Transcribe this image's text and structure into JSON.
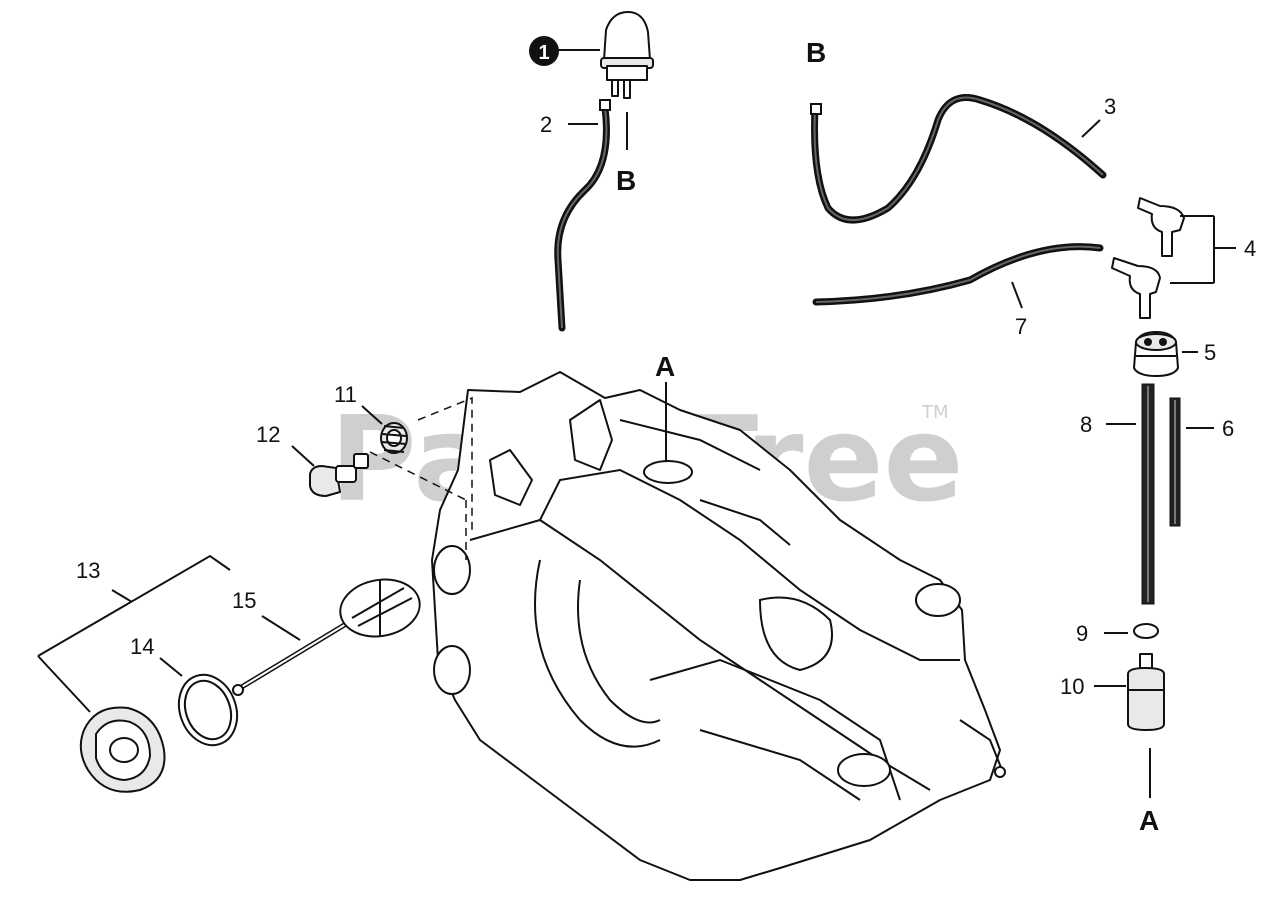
{
  "watermark": {
    "text": "PartsTree",
    "trademark": "TM"
  },
  "callouts": {
    "c1": "1",
    "c2": "2",
    "c3": "3",
    "c4": "4",
    "c5": "5",
    "c6": "6",
    "c7": "7",
    "c8": "8",
    "c9": "9",
    "c10": "10",
    "c11": "11",
    "c12": "12",
    "c13": "13",
    "c14": "14",
    "c15": "15"
  },
  "refs": {
    "A_tank": "A",
    "B_top_left": "B",
    "B_top_right": "B",
    "A_bottom": "A"
  }
}
